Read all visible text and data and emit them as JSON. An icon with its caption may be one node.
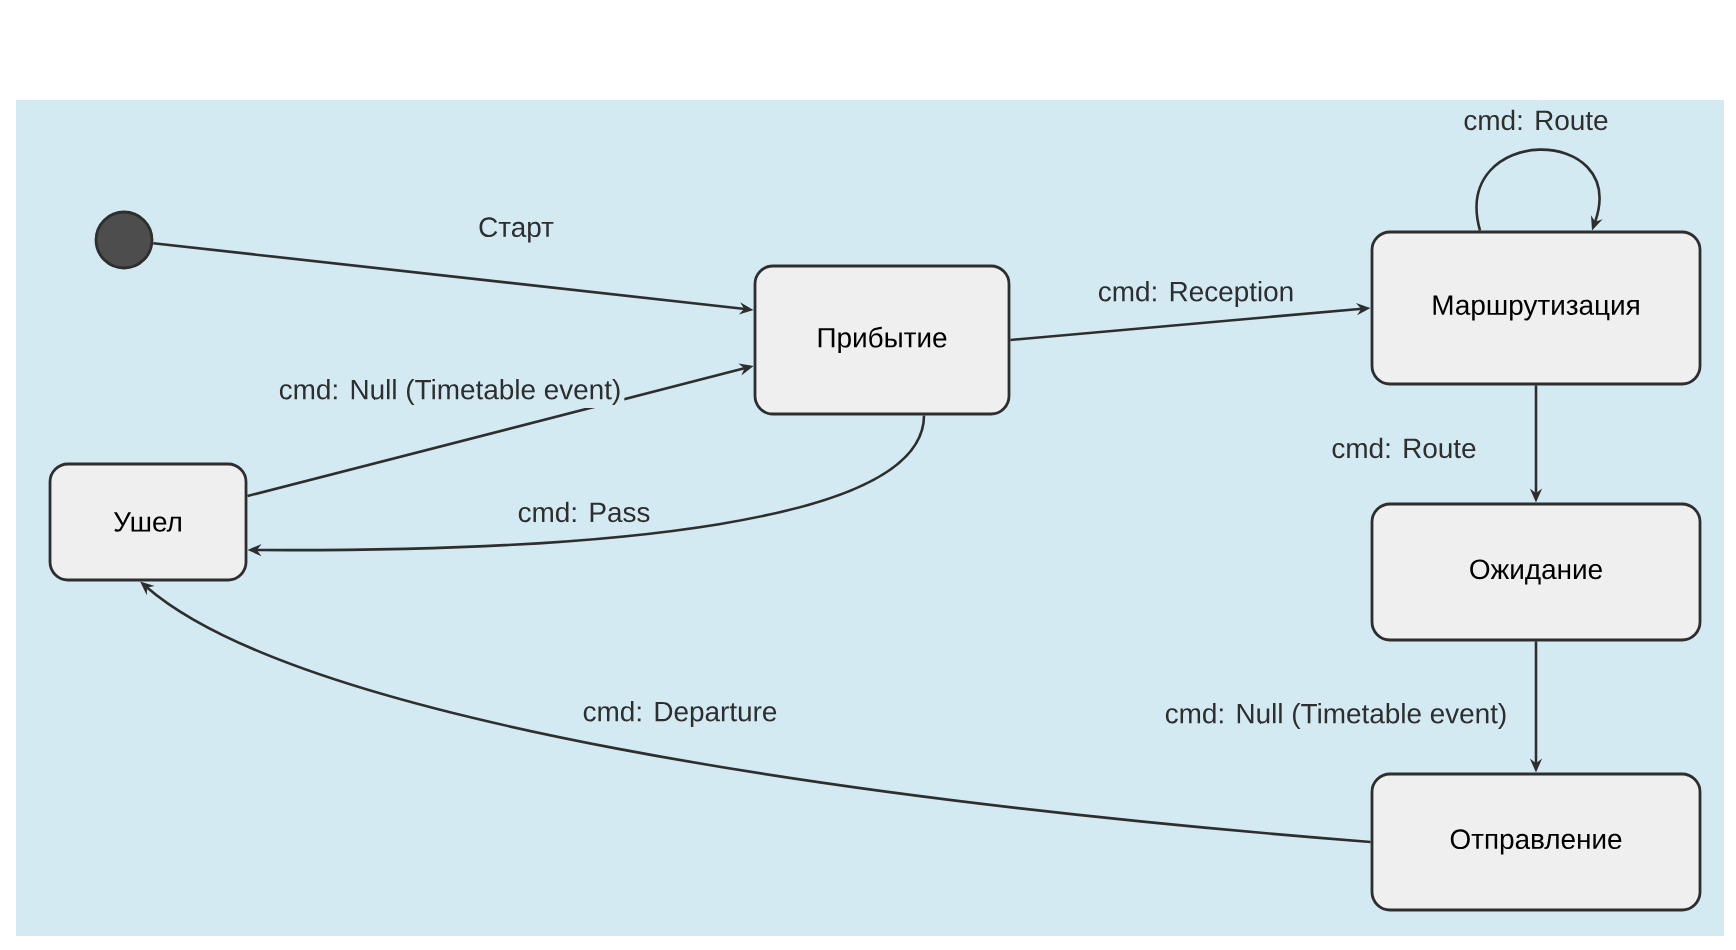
{
  "diagram": {
    "nodes": [
      {
        "text": [],
        "shape": "circle"
      },
      {
        "text": [
          "Прибытие"
        ]
      },
      {
        "text": [
          "Маршрутизация"
        ]
      },
      {
        "text": [
          "Ушел"
        ]
      },
      {
        "text": [
          "Ожидание"
        ]
      },
      {
        "text": [
          "Отправление"
        ]
      }
    ],
    "edges": [
      {
        "from": 0,
        "to": 1,
        "arrow": "to",
        "label": "Старт"
      },
      {
        "from": 3,
        "to": 1,
        "arrow": "to",
        "label": "cmd: Null (Timetable event)"
      },
      {
        "from": 1,
        "to": 3,
        "arrow": "to",
        "label": "cmd: Pass"
      },
      {
        "from": 1,
        "to": 2,
        "arrow": "to",
        "label": "cmd: Reception"
      },
      {
        "from": 2,
        "to": 2,
        "arrow": "to",
        "label": "cmd: Route"
      },
      {
        "from": 2,
        "to": 4,
        "arrow": "to",
        "label": "cmd: Route"
      },
      {
        "from": 4,
        "to": 5,
        "arrow": "to",
        "label": "cmd: Null (Timetable event)"
      },
      {
        "from": 5,
        "to": 3,
        "arrow": "to",
        "label": "cmd: Departure"
      }
    ]
  }
}
